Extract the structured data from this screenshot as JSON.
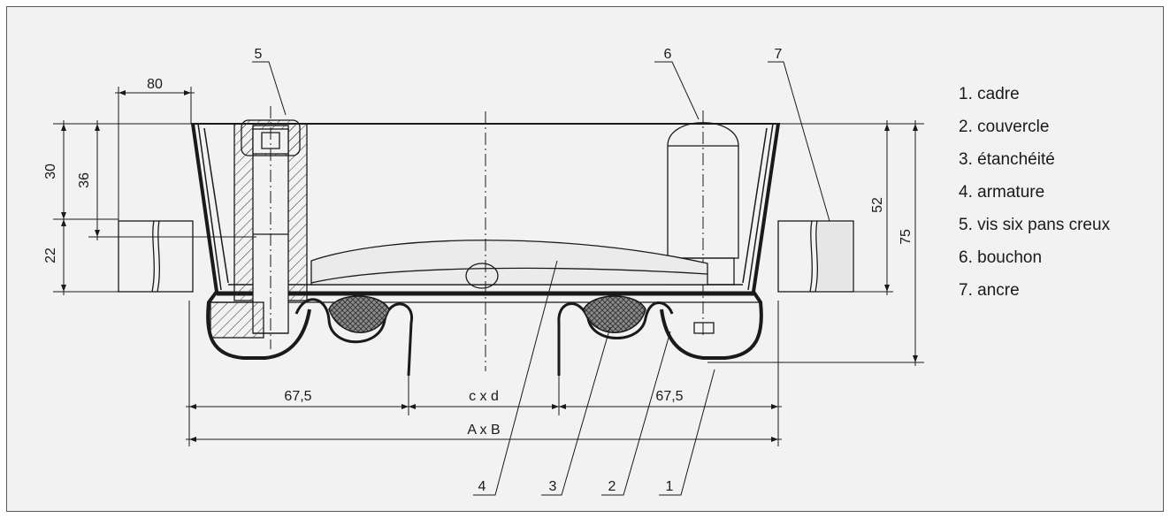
{
  "dimensions": {
    "top_width": "80",
    "left_h1": "30",
    "left_h2": "36",
    "left_h3": "22",
    "right_h1": "52",
    "right_h2": "75",
    "bottom_left": "67,5",
    "bottom_center": "c x d",
    "bottom_right": "67,5",
    "overall": "A x B"
  },
  "callouts": [
    "1",
    "2",
    "3",
    "4",
    "5",
    "6",
    "7"
  ],
  "legend": [
    "1. cadre",
    "2. couvercle",
    "3. étanchéité",
    "4. armature",
    "5. vis six pans creux",
    "6. bouchon",
    "7. ancre"
  ],
  "colors": {
    "background": "#f2f2f2",
    "line": "#1a1a1a",
    "border": "#5a5a5a"
  }
}
